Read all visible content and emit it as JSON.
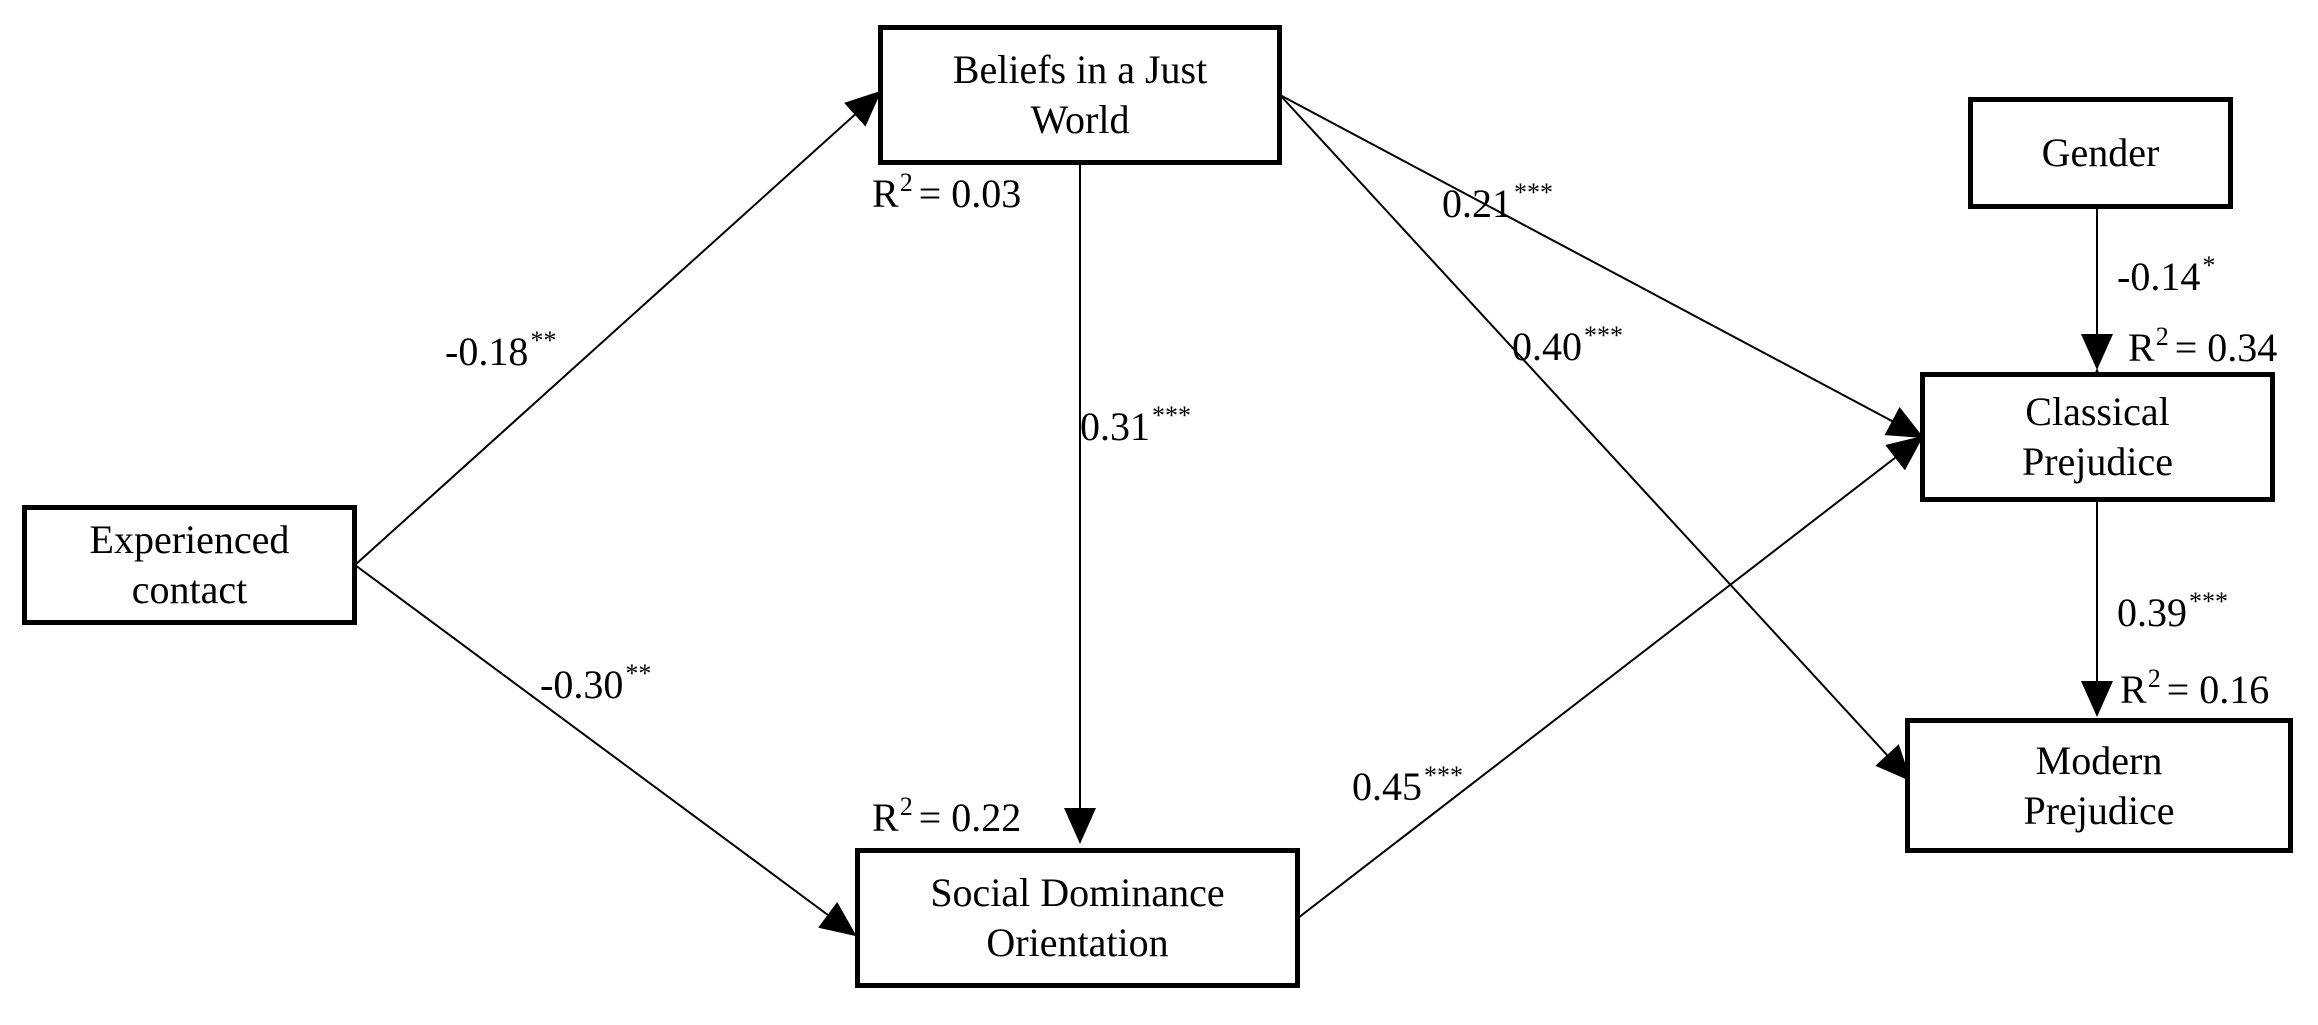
{
  "nodes": {
    "experienced_contact": {
      "lines": [
        "Experienced",
        "contact"
      ]
    },
    "beliefs_just_world": {
      "lines": [
        "Beliefs in a Just",
        "World"
      ],
      "r2": "= 0.03"
    },
    "social_dominance": {
      "lines": [
        "Social Dominance",
        "Orientation"
      ],
      "r2": "= 0.22"
    },
    "gender": {
      "lines": [
        "Gender"
      ]
    },
    "classical_prejudice": {
      "lines": [
        "Classical",
        "Prejudice"
      ],
      "r2": "= 0.34"
    },
    "modern_prejudice": {
      "lines": [
        "Modern",
        "Prejudice"
      ],
      "r2": "= 0.16"
    }
  },
  "r2_symbol": {
    "base": "R",
    "exponent": "2"
  },
  "paths": [
    {
      "from": "Experienced contact",
      "to": "Beliefs in a Just World",
      "coef": "-0.18",
      "sig": "**"
    },
    {
      "from": "Experienced contact",
      "to": "Social Dominance Orientation",
      "coef": "-0.30",
      "sig": "**"
    },
    {
      "from": "Beliefs in a Just World",
      "to": "Social Dominance Orientation",
      "coef": "0.31",
      "sig": "***"
    },
    {
      "from": "Beliefs in a Just World",
      "to": "Classical Prejudice",
      "coef": "0.21",
      "sig": "***"
    },
    {
      "from": "Beliefs in a Just World",
      "to": "Modern Prejudice",
      "coef": "0.40",
      "sig": "***"
    },
    {
      "from": "Social Dominance Orientation",
      "to": "Classical Prejudice",
      "coef": "0.45",
      "sig": "***"
    },
    {
      "from": "Gender",
      "to": "Classical Prejudice",
      "coef": "-0.14",
      "sig": "*"
    },
    {
      "from": "Classical Prejudice",
      "to": "Modern Prejudice",
      "coef": "0.39",
      "sig": "***",
      "bidirectional": true
    }
  ],
  "colors": {
    "line": "#000000",
    "background": "#ffffff",
    "text": "#000000"
  }
}
